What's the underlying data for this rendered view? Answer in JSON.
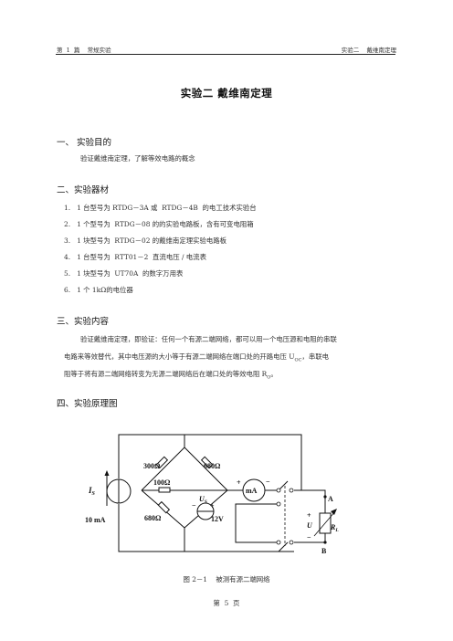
{
  "header": {
    "left": "第  1  篇    常规实验",
    "right": "实验二    戴维南定理"
  },
  "title": "实验二   戴维南定理",
  "sections": {
    "purpose": {
      "heading": "一、 实验目的",
      "text": "验证戴维南定理，了解等效电路的概念"
    },
    "equipment": {
      "heading": "二、实验器材",
      "items": [
        "1.   1 台型号为 RTDG－3A 或  RTDG－4B  的电工技术实验台",
        "2.   1 个型号为  RTDG－08 的的实验电路板，含有可变电阻箱",
        "3.   1 块型号为  RTDG－02 的戴维南定理实验电路板",
        "4.   1 台型号为  RTT01－2  直流电压 / 电流表",
        "5.   1 块型号为  UT70A  的数字万用表",
        "6.   1 个 1kΩ的电位器"
      ]
    },
    "content": {
      "heading": "三、实验内容",
      "lines": [
        "验证戴维南定理，即验证：任何一个有源二端网络，都可以用一个电压源和电阻的串联",
        "电路来等效替代，其中电压源的大小等于有源二端网络在端口处的开路电压 U",
        "OC",
        "，串联电",
        "阻等于将有源二端网络转变为无源二端网络后在端口处的等效电阻 R",
        "O",
        "。"
      ]
    },
    "principle": {
      "heading": "四、实验原理图"
    }
  },
  "circuit": {
    "labels": {
      "is_main": "I",
      "is_sub": "S",
      "is_value": "10 mA",
      "r_300": "300",
      "r_100": "100",
      "r_680_top": "680",
      "r_680_bottom": "680",
      "ohm": "Ω",
      "us_main": "U",
      "us_sub": "S",
      "us_value": "12V",
      "ma": "mA",
      "terminal_a": "A",
      "terminal_b": "B",
      "u_main": "U",
      "rl_main": "R",
      "rl_sub": "L",
      "plus": "+",
      "minus": "−"
    }
  },
  "caption": "图 2－1    被测有源二端网络",
  "footer": "第  5  页"
}
